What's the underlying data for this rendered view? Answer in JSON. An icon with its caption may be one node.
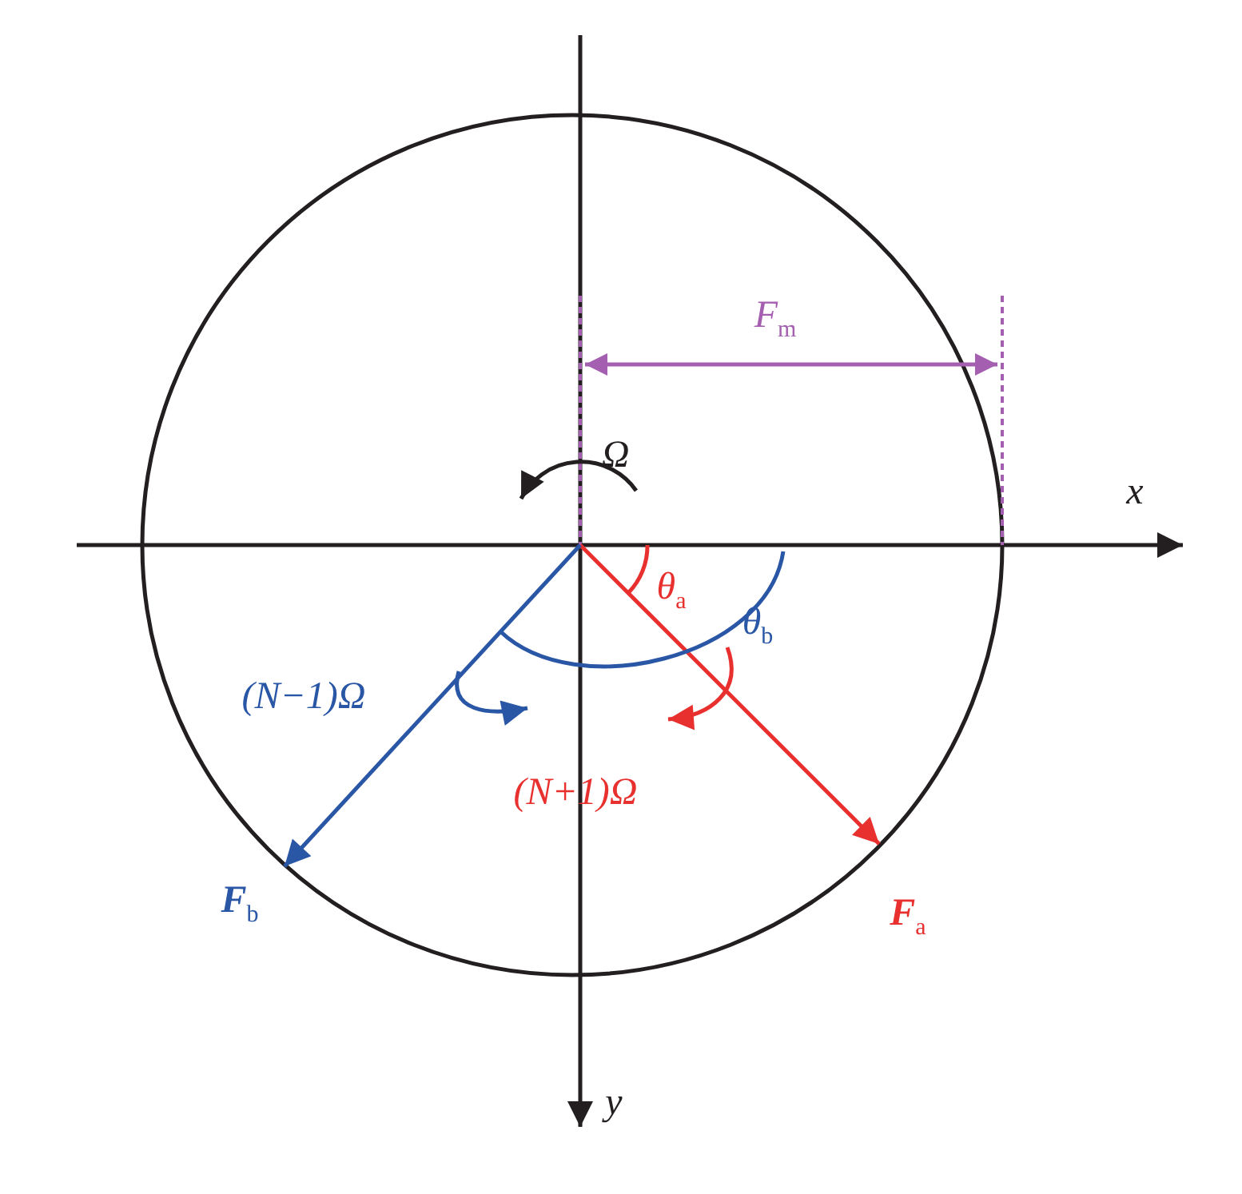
{
  "diagram": {
    "labels": [
      "F$_{m}$",
      "Ω",
      "x",
      "θ$_{a}$",
      "θ$_{b}$",
      "(N−1)Ω",
      "(N+1)Ω",
      "**F**$_{b}$",
      "**F**$_{a}$",
      "y"
    ]
  }
}
